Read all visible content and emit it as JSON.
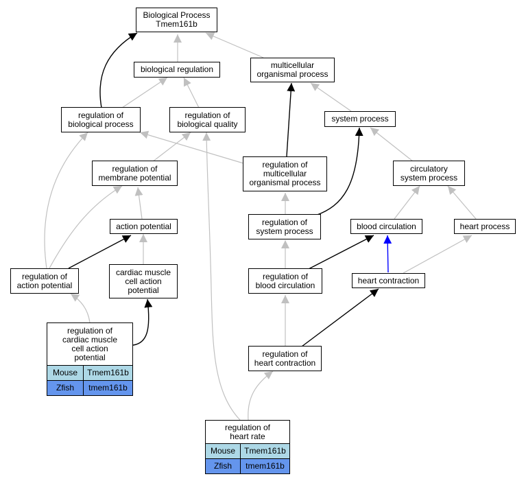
{
  "nodes": {
    "bp": "Biological Process\nTmem161b",
    "biological_regulation": "biological regulation",
    "multicellular_organismal_process": "multicellular\norganismal process",
    "regulation_of_biological_process": "regulation of\nbiological process",
    "regulation_of_biological_quality": "regulation of\nbiological quality",
    "system_process": "system process",
    "regulation_of_membrane_potential": "regulation of\nmembrane potential",
    "regulation_of_multicellular_organismal_process": "regulation of\nmulticellular\norganismal process",
    "circulatory_system_process": "circulatory\nsystem process",
    "action_potential": "action potential",
    "regulation_of_system_process": "regulation of\nsystem process",
    "blood_circulation": "blood circulation",
    "heart_process": "heart process",
    "regulation_of_action_potential": "regulation of\naction potential",
    "cardiac_muscle_cell_action_potential": "cardiac muscle\ncell action\npotential",
    "regulation_of_blood_circulation": "regulation of\nblood circulation",
    "heart_contraction": "heart contraction",
    "regulation_of_cardiac_muscle_cell_action_potential": "regulation of\ncardiac muscle\ncell action\npotential",
    "regulation_of_heart_contraction": "regulation of\nheart contraction",
    "regulation_of_heart_rate": "regulation of\nheart rate"
  },
  "annotation_rows": [
    {
      "species": "Mouse",
      "gene": "Tmem161b"
    },
    {
      "species": "Zfish",
      "gene": "tmem161b"
    }
  ],
  "colors": {
    "mouse_row": "#add8e6",
    "zfish_row": "#6495ed",
    "edge_is_a": "#c0c0c0",
    "edge_regulates": "#000000",
    "edge_part_of": "#0000ff"
  }
}
